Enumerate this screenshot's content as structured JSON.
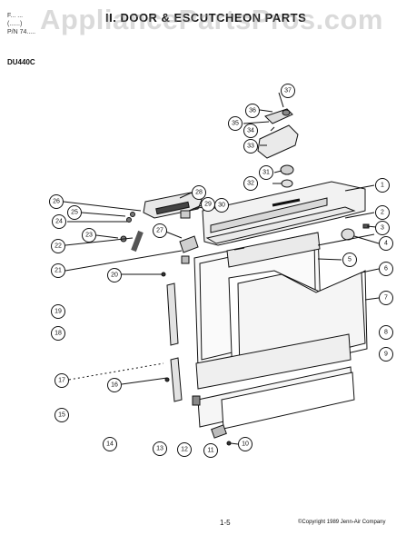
{
  "header": {
    "line1": "F... ...",
    "line2": "(......)",
    "part_no": "P/N 74.....",
    "title": "II. DOOR & ESCUTCHEON PARTS",
    "model": "DU440C"
  },
  "watermark": "AppliancePartsPros.com",
  "callouts": [
    "1",
    "2",
    "3",
    "4",
    "5",
    "6",
    "7",
    "8",
    "9",
    "10",
    "11",
    "12",
    "13",
    "14",
    "15",
    "16",
    "17",
    "18",
    "19",
    "20",
    "21",
    "22",
    "23",
    "24",
    "25",
    "26",
    "27",
    "28",
    "29",
    "30",
    "31",
    "32",
    "33",
    "34",
    "35",
    "36",
    "37"
  ],
  "footer": {
    "page": "1-5",
    "copyright": "©Copyright 1989 Jenn-Air Company"
  },
  "colors": {
    "ink": "#111111",
    "watermark": "#969696"
  }
}
